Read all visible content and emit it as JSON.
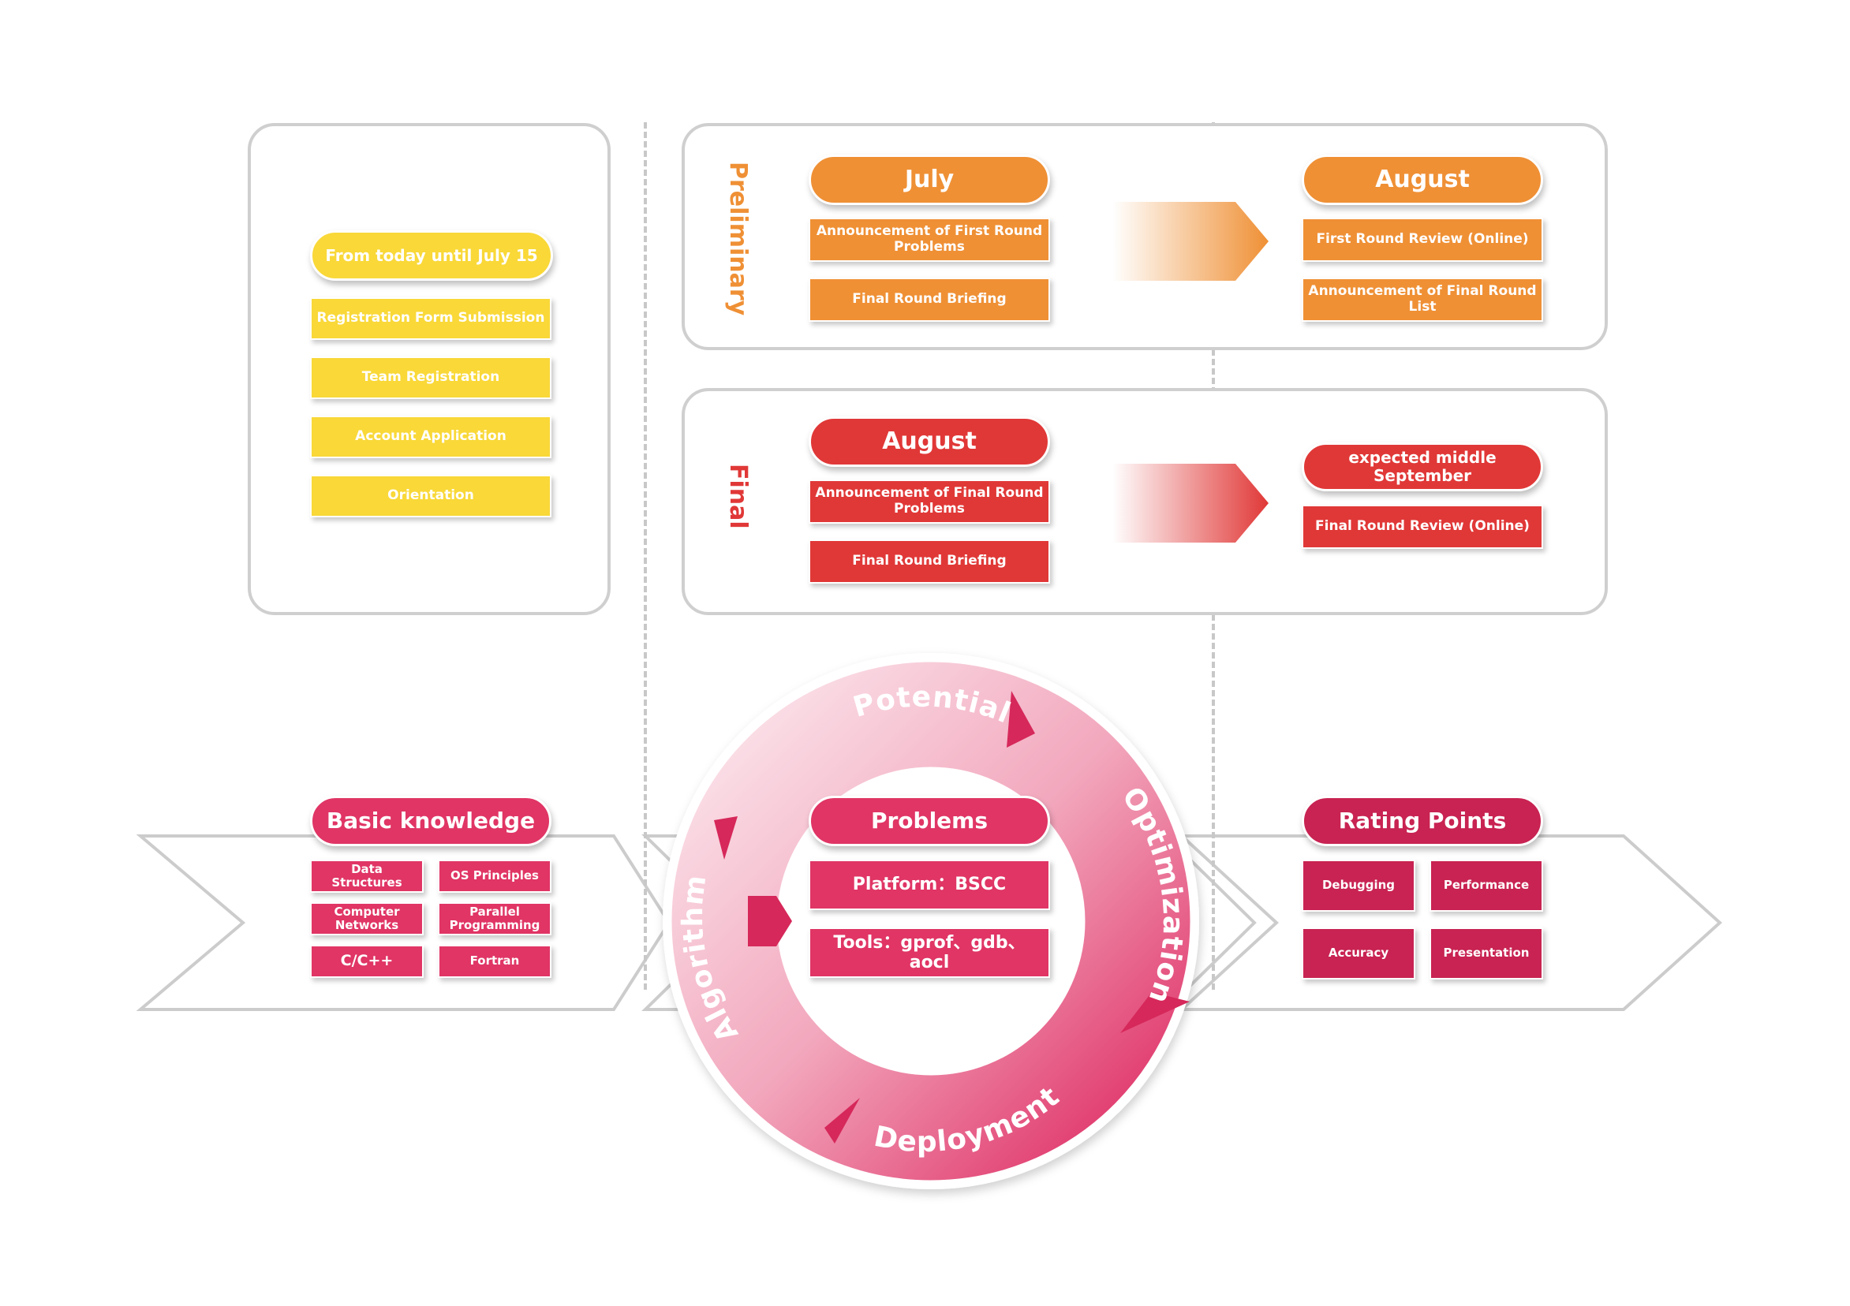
{
  "registration": {
    "period": "From today until July 15",
    "items": [
      "Registration Form Submission",
      "Team Registration",
      "Account Application",
      "Orientation"
    ]
  },
  "preliminary": {
    "label": "Preliminary",
    "month1": "July",
    "month1_items": [
      "Announcement of First Round Problems",
      "Final Round Briefing"
    ],
    "month2": "August",
    "month2_items": [
      "First Round Review (Online)",
      "Announcement of Final Round List"
    ]
  },
  "final": {
    "label": "Final",
    "month1": "August",
    "month1_items": [
      "Announcement of Final Round Problems",
      "Final Round Briefing"
    ],
    "month2": "expected middle September",
    "month2_items": [
      "Final Round Review (Online)"
    ]
  },
  "basic": {
    "title": "Basic knowledge",
    "items": [
      "Data Structures",
      "OS Principles",
      "Computer Networks",
      "Parallel Programming",
      "C/C++",
      "Fortran"
    ]
  },
  "cycle": {
    "segments": [
      "Potential",
      "Optimization",
      "Deployment",
      "Algorithm"
    ]
  },
  "problems": {
    "title": "Problems",
    "platform": "Platform：BSCC",
    "tools": "Tools：gprof、gdb、aocl"
  },
  "rating": {
    "title": "Rating Points",
    "items": [
      "Debugging",
      "Performance",
      "Accuracy",
      "Presentation"
    ]
  },
  "colors": {
    "yellow": "#f9d838",
    "orange": "#ef9035",
    "red": "#e03837",
    "pink": "#e03565",
    "crimson": "#c82352",
    "frame": "#cfcfcf"
  }
}
